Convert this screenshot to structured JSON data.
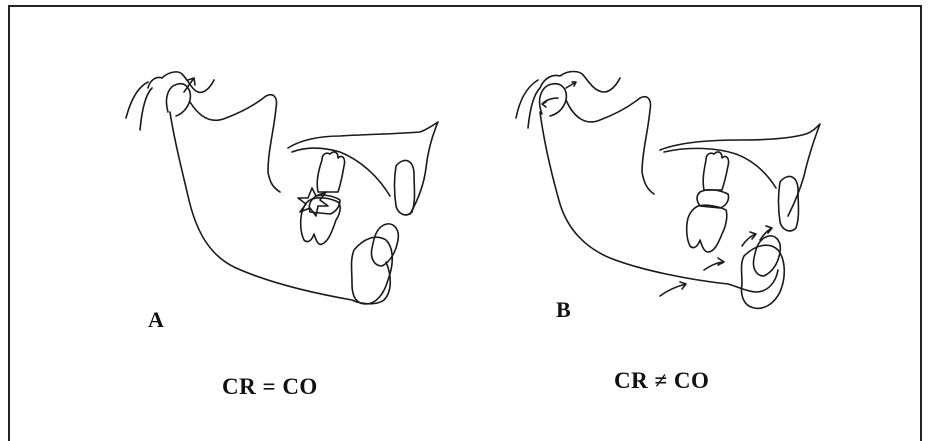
{
  "panels": [
    {
      "letter": "A",
      "caption": "CR = CO"
    },
    {
      "letter": "B",
      "caption": "CR ≠ CO"
    }
  ],
  "colors": {
    "line": "#1a1a1a",
    "background": "#ffffff"
  }
}
